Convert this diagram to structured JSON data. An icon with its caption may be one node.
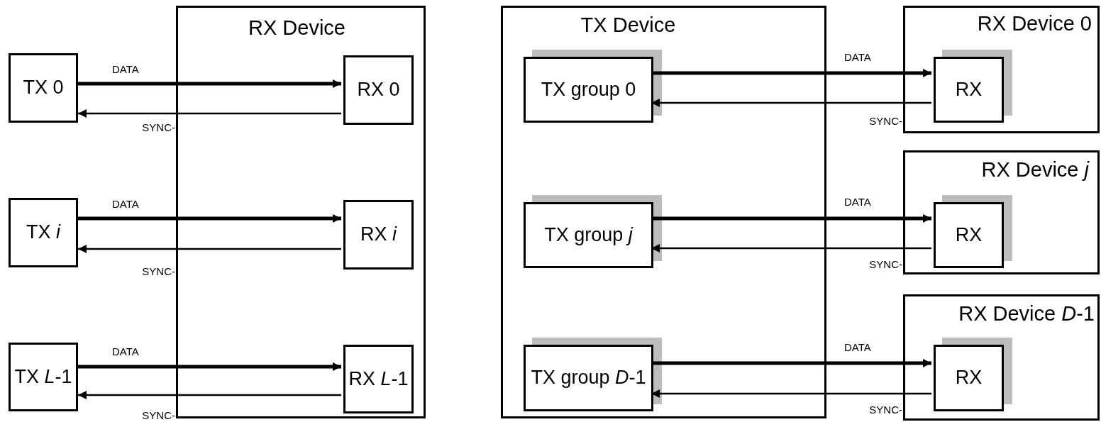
{
  "diagram": {
    "nodes": [
      {
        "text": [
          "RX Device"
        ]
      },
      {
        "text": [
          "TX 0"
        ]
      },
      {
        "text": [
          "RX 0"
        ],
        "in": 0
      },
      {
        "text": [
          "TX *i*"
        ]
      },
      {
        "text": [
          "RX *i*"
        ],
        "in": 0
      },
      {
        "text": [
          "TX *L*-1"
        ]
      },
      {
        "text": [
          "RX *L*-1"
        ],
        "in": 0
      },
      {
        "text": [
          "TX Device"
        ]
      },
      {
        "text": [
          "TX group 0"
        ],
        "in": 7
      },
      {
        "text": [
          "TX group *j*"
        ],
        "in": 7
      },
      {
        "text": [
          "TX group *D*-1"
        ],
        "in": 7
      },
      {
        "text": [
          "RX Device 0"
        ]
      },
      {
        "text": [
          "RX"
        ],
        "in": 11
      },
      {
        "text": [
          "RX Device *j*"
        ]
      },
      {
        "text": [
          "RX"
        ],
        "in": 13
      },
      {
        "text": [
          "RX Device *D*-1"
        ]
      },
      {
        "text": [
          "RX"
        ],
        "in": 15
      }
    ],
    "edges": [
      {
        "from": 1,
        "to": 2,
        "arrow": "to",
        "label": "DATA",
        "style": "thick"
      },
      {
        "from": 2,
        "to": 1,
        "arrow": "to",
        "label": "SYNC-"
      },
      {
        "from": 3,
        "to": 4,
        "arrow": "to",
        "label": "DATA",
        "style": "thick"
      },
      {
        "from": 4,
        "to": 3,
        "arrow": "to",
        "label": "SYNC-"
      },
      {
        "from": 5,
        "to": 6,
        "arrow": "to",
        "label": "DATA",
        "style": "thick"
      },
      {
        "from": 6,
        "to": 5,
        "arrow": "to",
        "label": "SYNC-"
      },
      {
        "from": 8,
        "to": 12,
        "arrow": "to",
        "label": "DATA",
        "style": "thick"
      },
      {
        "from": 12,
        "to": 8,
        "arrow": "to",
        "label": "SYNC-"
      },
      {
        "from": 9,
        "to": 14,
        "arrow": "to",
        "label": "DATA",
        "style": "thick"
      },
      {
        "from": 14,
        "to": 9,
        "arrow": "to",
        "label": "SYNC-"
      },
      {
        "from": 10,
        "to": 16,
        "arrow": "to",
        "label": "DATA",
        "style": "thick"
      },
      {
        "from": 16,
        "to": 10,
        "arrow": "to",
        "label": "SYNC-"
      }
    ]
  }
}
